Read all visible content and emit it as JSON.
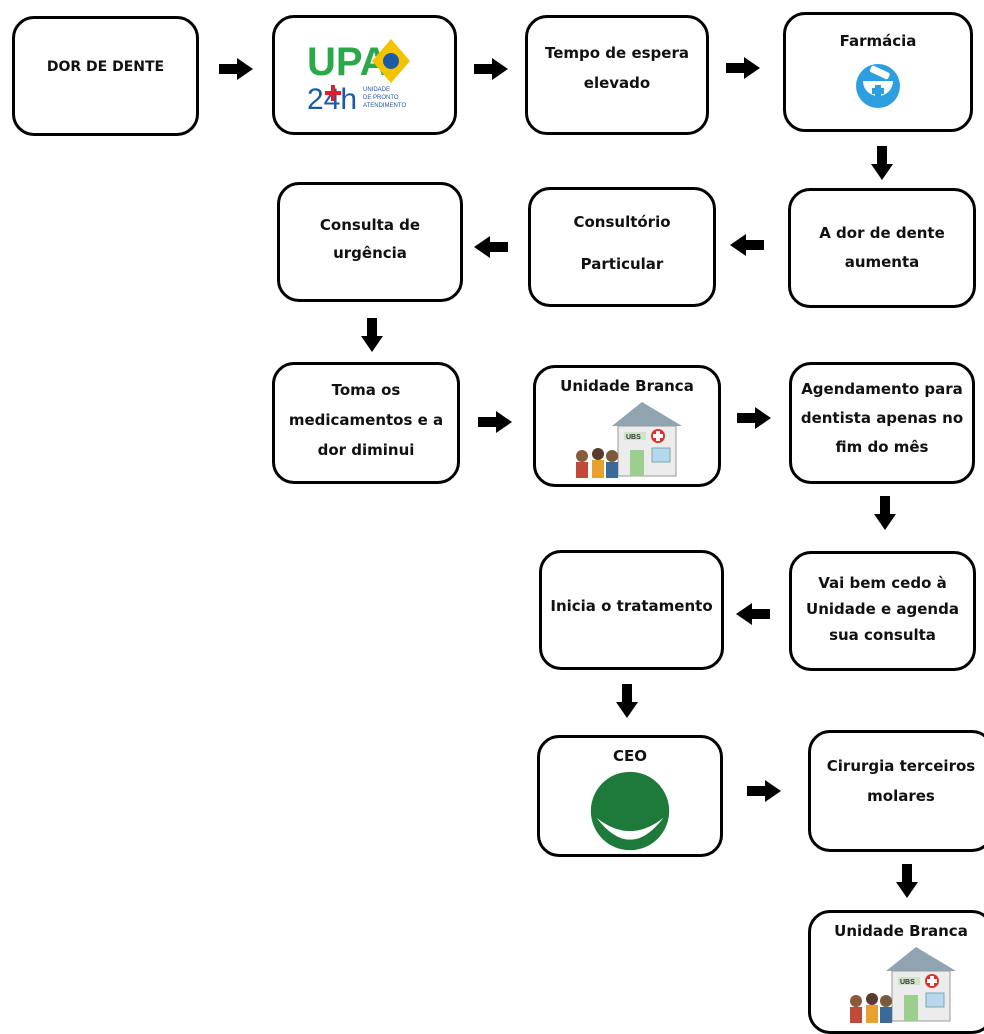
{
  "nodes": {
    "dor_de_dente": "DOR DE DENTE",
    "upa": {
      "logo": "UPA",
      "hours": "24h",
      "subtitle_1": "UNIDADE",
      "subtitle_2": "DE PRONTO",
      "subtitle_3": "ATENDIMENTO"
    },
    "tempo_espera": "Tempo de espera\nelevado",
    "farmacia": {
      "title": "Farmácia",
      "icon": "pharmacy-mortar-icon"
    },
    "dor_aumenta": "A dor de dente\naumenta",
    "consultorio": "Consultório\nParticular",
    "consulta_urgencia": "Consulta de\nurgência",
    "toma_medicamentos": "Toma os\nmedicamentos e a\ndor diminui",
    "unidade_branca_1": {
      "title": "Unidade Branca",
      "icon": "ubs-building-icon",
      "sign": "UBS"
    },
    "agendamento": "Agendamento para\ndentista apenas no\nfim do mês",
    "vai_cedo": "Vai bem cedo à\nUnidade e agenda\nsua consulta",
    "inicia_tratamento": "Inicia o tratamento",
    "ceo": {
      "title": "CEO",
      "icon": "ceo-logo-icon"
    },
    "cirurgia": "Cirurgia terceiros\nmolares",
    "unidade_branca_2": {
      "title": "Unidade Branca",
      "icon": "ubs-building-icon",
      "sign": "UBS"
    }
  },
  "colors": {
    "upa_green": "#2ba84a",
    "upa_blue": "#1d5aa6",
    "upa_red": "#d9232a",
    "pharmacy_blue": "#2d9fe0",
    "ceo_green": "#1e7a3a",
    "ubs_red": "#e0302a"
  }
}
